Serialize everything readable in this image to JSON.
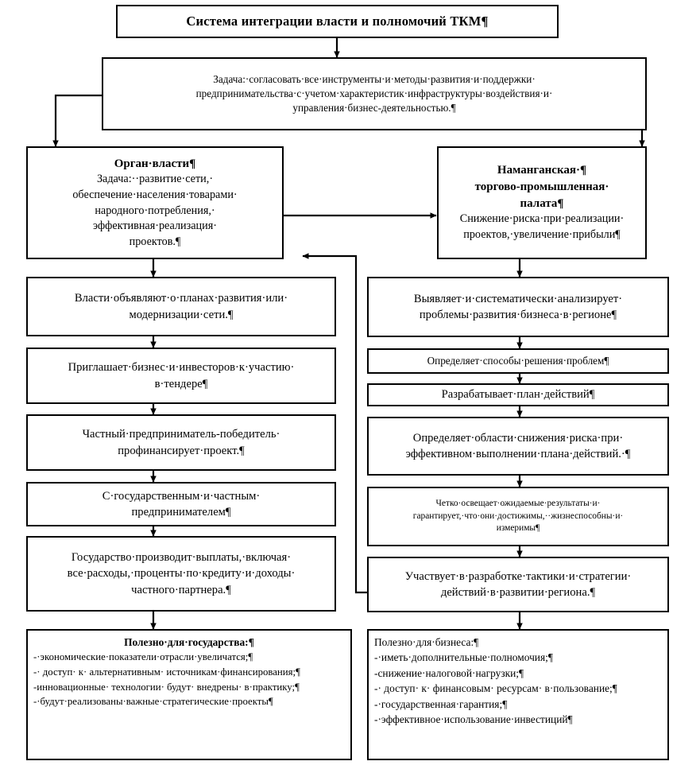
{
  "diagram": {
    "title": "Система интеграции власти и полномочий ТКМ¶",
    "task": {
      "l1": "Задача:·согласовать·все·инструменты·и·методы·развития·и·поддержки·",
      "l2": "предпринимательства·с·учетом·характеристик·инфраструктуры·воздействия·и·",
      "l3": "управления·бизнес-деятельностью.¶"
    },
    "authority": {
      "heading": "Орган·власти¶",
      "l1": "Задача:··развитие·сети,·",
      "l2": "обеспечение·населения·товарами·",
      "l3": "народного·потребления,·",
      "l4": "эффективная·реализация·",
      "l5": "проектов.¶"
    },
    "chamber": {
      "h1": "Наманганская·¶",
      "h2": "торгово-промышленная·",
      "h3": "палата¶",
      "l1": "Снижение·риска·при·реализации·",
      "l2": "проектов,·увеличение·прибыли¶"
    },
    "left_steps": [
      {
        "l1": "Власти·объявляют·о·планах·развития·или·",
        "l2": "модернизации·сети.¶"
      },
      {
        "l1": "Приглашает·бизнес·и·инвесторов·к·участию·",
        "l2": "в·тендере¶"
      },
      {
        "l1": "Частный·предприниматель-победитель·",
        "l2": "профинансирует·проект.¶"
      },
      {
        "l1": "С·государственным·и·частным·",
        "l2": "предпринимателем¶"
      },
      {
        "l1": "Государство·производит·выплаты,·включая·",
        "l2": "все·расходы,·проценты·по·кредиту·и·доходы·",
        "l3": "частного·партнера.¶"
      }
    ],
    "right_steps": [
      {
        "l1": "Выявляет·и·систематически·анализирует·",
        "l2": "проблемы·развития·бизнеса·в·регионе¶"
      },
      {
        "l1": "Определяет·способы·решения·проблем¶"
      },
      {
        "l1": "Разрабатывает·план·действий¶"
      },
      {
        "l1": "Определяет·области·снижения·риска·при·",
        "l2": "эффективном·выполнении·плана·действий.·¶"
      },
      {
        "l1": "Четко·освещает·ожидаемые·результаты·и·",
        "l2": "гарантирует,·что·они·достижимы,··жизнеспособны·и·",
        "l3": "измеримы¶"
      },
      {
        "l1": "Участвует·в·разработке·тактики·и·стратегии·",
        "l2": "действий·в·развитии·региона.¶"
      }
    ],
    "benefit_state": {
      "header": "Полезно·для·государства:¶",
      "items": [
        "-·экономические·показатели·отрасли·увеличатся;¶",
        "-·  доступ·  к·  альтернативным·  источникам·финансирования;¶",
        "-инновационные·  технологии·  будут·  внедрены·  в·практику;¶",
        "-·будут·реализованы·важные·стратегические·проекты¶"
      ]
    },
    "benefit_business": {
      "header": "Полезно·для·бизнеса:¶",
      "items": [
        "-·иметь·дополнительные·полномочия;¶",
        "-снижение·налоговой·нагрузки;¶",
        "-·  доступ·  к·  финансовым·  ресурсам·  в·пользование;¶",
        "-·государственная·гарантия;¶",
        "-·эффективное·использование·инвестиций¶"
      ]
    },
    "colors": {
      "stroke": "#000000",
      "fill": "#ffffff",
      "text": "#000000"
    }
  }
}
